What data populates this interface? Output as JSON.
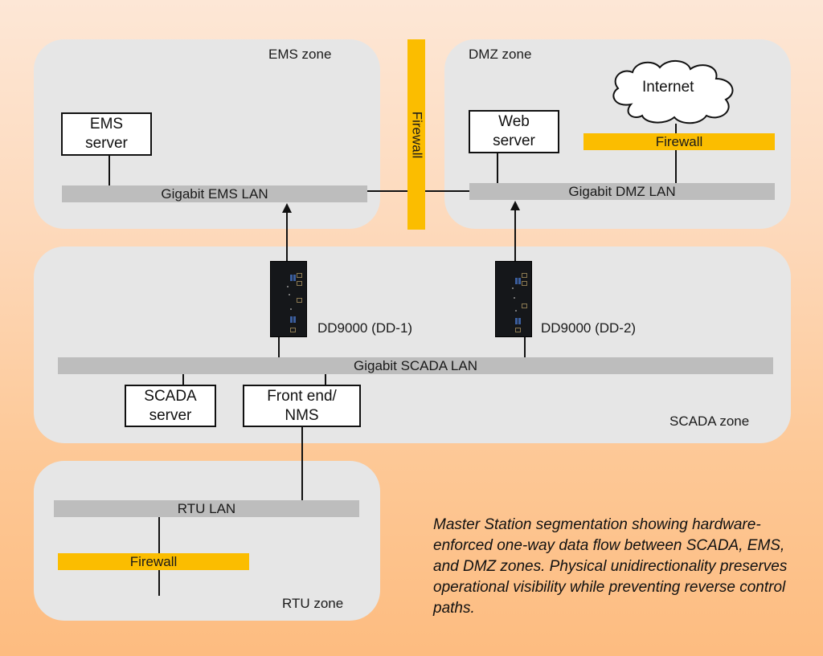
{
  "zones": {
    "ems": {
      "label": "EMS zone"
    },
    "dmz": {
      "label": "DMZ zone"
    },
    "scada": {
      "label": "SCADA zone"
    },
    "rtu": {
      "label": "RTU zone"
    }
  },
  "lans": {
    "ems": "Gigabit EMS LAN",
    "dmz": "Gigabit DMZ LAN",
    "scada": "Gigabit SCADA LAN",
    "rtu": "RTU LAN"
  },
  "firewalls": {
    "between_ems_dmz": "Firewall",
    "dmz_internet": "Firewall",
    "rtu": "Firewall"
  },
  "nodes": {
    "ems_server": "EMS\nserver",
    "web_server": "Web\nserver",
    "internet": "Internet",
    "scada_server": "SCADA\nserver",
    "front_end": "Front end/\nNMS"
  },
  "devices": {
    "dd1": "DD9000 (DD-1)",
    "dd2": "DD9000 (DD-2)"
  },
  "caption": "Master Station segmentation showing hardware-enforced one-way data flow between SCADA, EMS, and DMZ zones. Physical unidirectionality preserves operational visibility while preventing reverse control paths.",
  "colors": {
    "firewall": "#fbbd00",
    "zone_bg": "#e6e6e6",
    "lan_bar": "#bdbdbd"
  }
}
